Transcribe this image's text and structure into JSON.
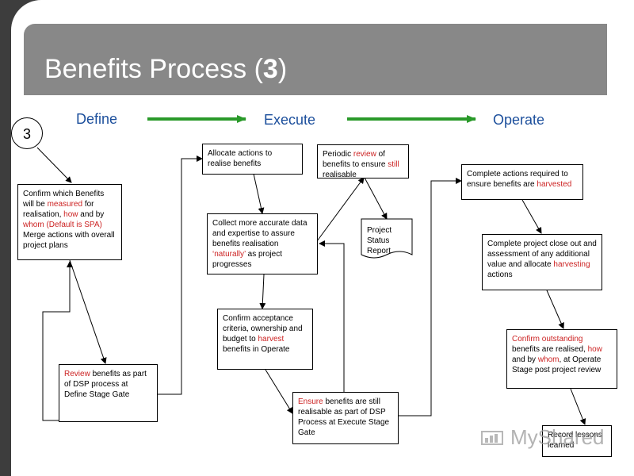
{
  "slide": {
    "title_main": "Benefits Process (",
    "title_number": "3",
    "title_close": ")",
    "step_number": "3"
  },
  "phases": {
    "define": "Define",
    "execute": "Execute",
    "operate": "Operate"
  },
  "colors": {
    "phase_text": "#1c4f9c",
    "arrow": "#2a9a2a",
    "highlight": "#cc2222",
    "title_bar": "#888888"
  },
  "boxes": {
    "confirm_benefits": [
      "Confirm which Benefits will be ",
      "measured",
      " for realisation, ",
      "how",
      " and by ",
      "whom (Default is SPA)",
      " Merge actions with overall project plans"
    ],
    "review_benefits": [
      "Review",
      " benefits as part of DSP process at Define Stage Gate"
    ],
    "allocate_actions": "Allocate actions to realise benefits",
    "collect_data": [
      "Collect more accurate data and expertise to assure benefits realisation ",
      "‘naturally’",
      " as project progresses"
    ],
    "confirm_acceptance": [
      "Confirm acceptance criteria, ownership and budget to ",
      "harvest",
      " benefits  in Operate"
    ],
    "periodic_review": [
      "Periodic ",
      "review",
      " of benefits to ensure ",
      "still",
      " realisable"
    ],
    "status_report": "Project Status Report",
    "ensure_benefits": [
      "Ensure",
      " benefits are still realisable as part of DSP Process at Execute Stage Gate"
    ],
    "complete_actions": [
      "Complete actions required to ensure benefits are ",
      "harvested"
    ],
    "complete_closeout": [
      "Complete project close out and assessment of any additional value and allocate ",
      "harvesting",
      " actions"
    ],
    "confirm_outstanding": [
      "Confirm outstanding",
      " benefits are realised, ",
      "how",
      " and by ",
      "whom",
      ", at Operate Stage post project review"
    ],
    "record_lessons": "Record lessons learned"
  },
  "watermark": "MyShared"
}
